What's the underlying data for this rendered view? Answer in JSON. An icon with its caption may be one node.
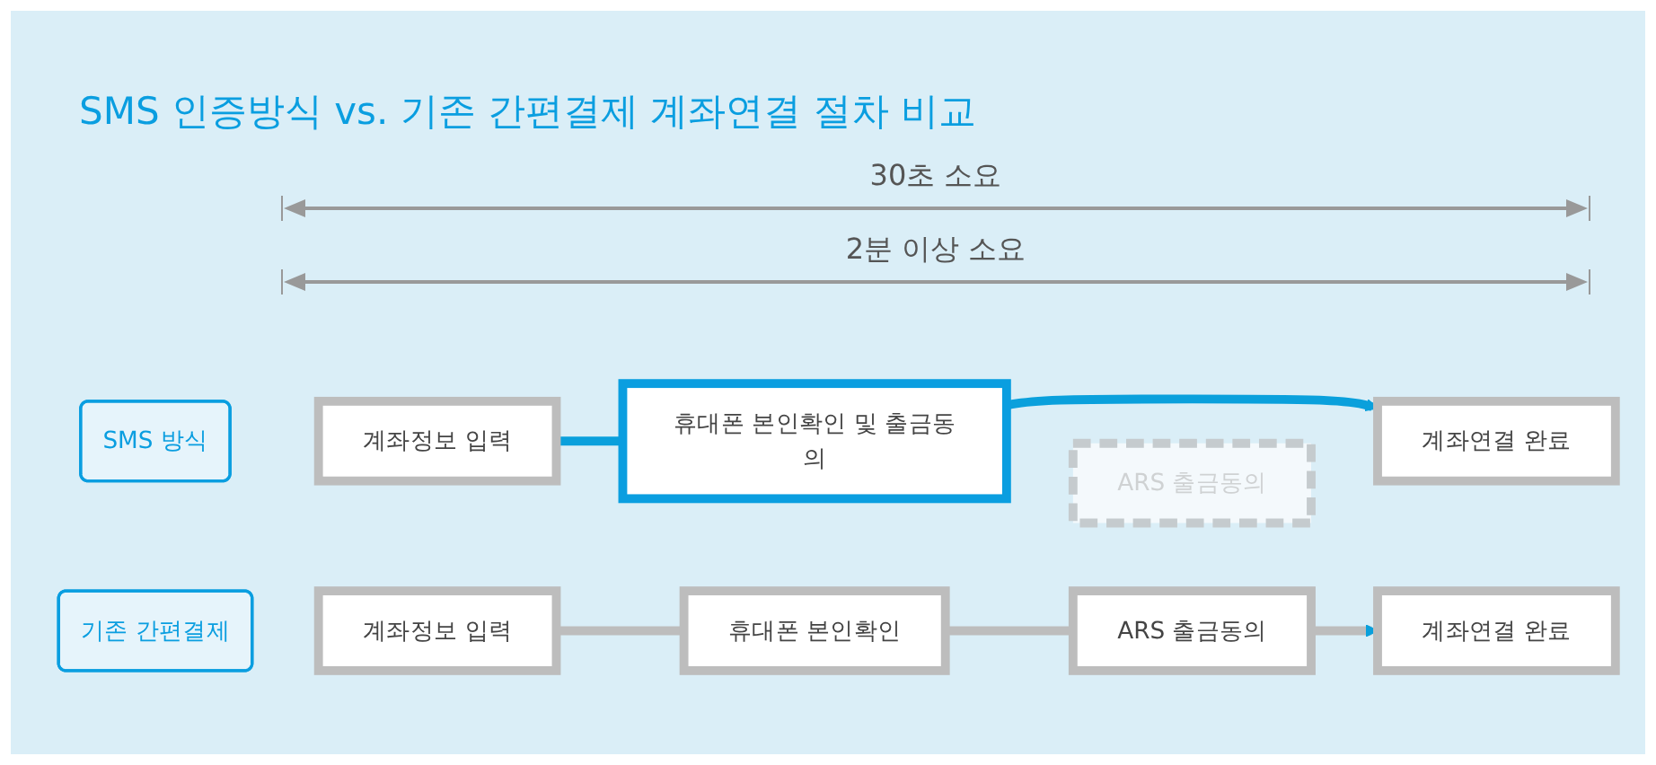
{
  "diagram": {
    "title": "SMS 인증방식 vs. 기존 간편결제 계좌연결 절차 비교",
    "nodes": [
      {
        "text": [
          "SMS 방식"
        ]
      },
      {
        "text": [
          "계좌정보 입력"
        ]
      },
      {
        "text": [
          "휴대폰 본인확인 및 출금동의"
        ]
      },
      {
        "text": [
          "ARS 출금동의"
        ]
      },
      {
        "text": [
          "계좌연결 완료"
        ]
      },
      {
        "text": [
          "기존 간편결제"
        ]
      },
      {
        "text": [
          "계좌정보 입력"
        ]
      },
      {
        "text": [
          "휴대폰 본인확인"
        ]
      },
      {
        "text": [
          "ARS 출금동의"
        ]
      },
      {
        "text": [
          "계좌연결 완료"
        ]
      }
    ],
    "edges": [
      {
        "from": 1,
        "to": 2,
        "arrow": "none",
        "color": "#0aa0dc"
      },
      {
        "from": 2,
        "to": 4,
        "arrow": "to",
        "color": "#0aa0dc"
      },
      {
        "from": 6,
        "to": 7,
        "arrow": "none"
      },
      {
        "from": 7,
        "to": 8,
        "arrow": "none"
      },
      {
        "from": 8,
        "to": 9,
        "arrow": "to"
      }
    ],
    "labels": [
      "30초 소요",
      "2분 이상 소요"
    ]
  }
}
